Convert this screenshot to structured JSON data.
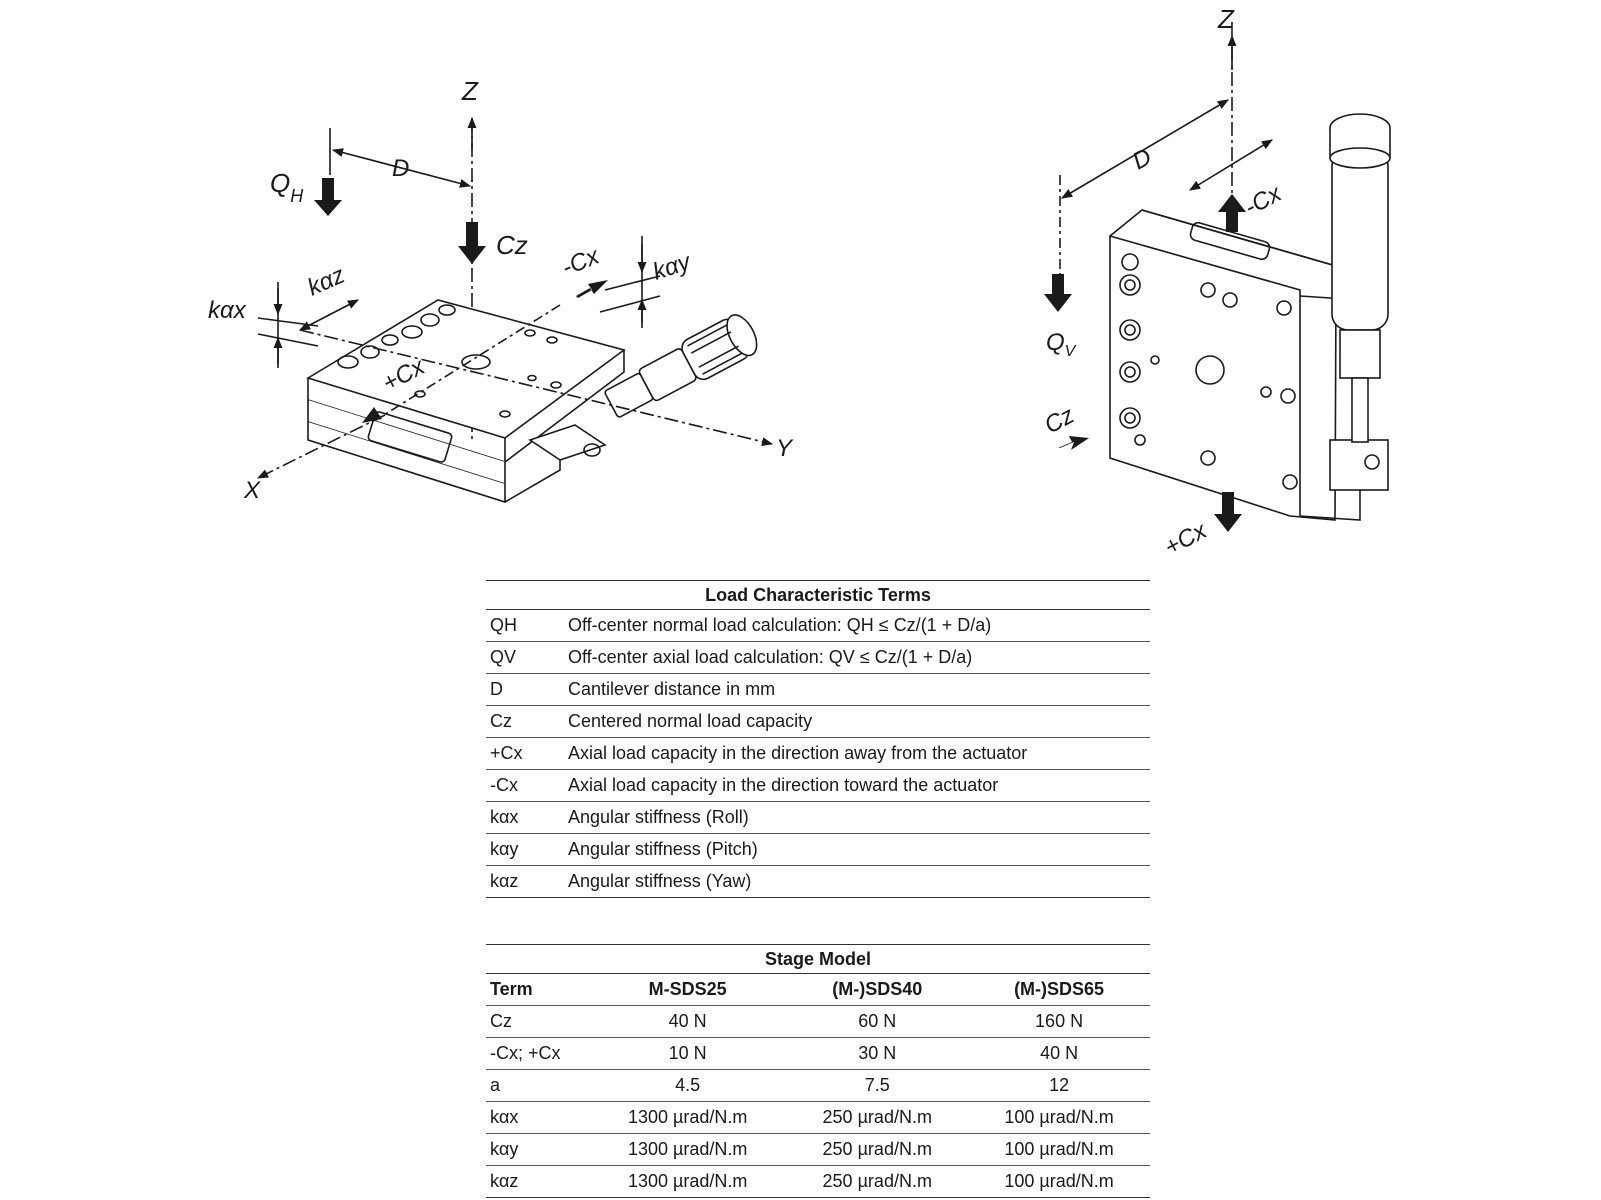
{
  "left_diagram": {
    "labels": {
      "z": "Z",
      "d": "D",
      "qh_main": "Q",
      "qh_sub": "H",
      "cz": "Cz",
      "minus_cx": "-Cx",
      "kay": "kαy",
      "kaz": "kαz",
      "kax": "kαx",
      "plus_cx": "+Cx",
      "x": "X",
      "y": "Y"
    }
  },
  "right_diagram": {
    "labels": {
      "z": "Z",
      "d": "D",
      "minus_cx": "-Cx",
      "qv_main": "Q",
      "qv_sub": "V",
      "cz": "Cz",
      "plus_cx": "+Cx"
    }
  },
  "load_terms": {
    "title": "Load Characteristic Terms",
    "rows": [
      {
        "term": "QH",
        "description": "Off-center normal load calculation: QH ≤ Cz/(1 + D/a)"
      },
      {
        "term": "QV",
        "description": "Off-center axial load calculation: QV ≤ Cz/(1 + D/a)"
      },
      {
        "term": "D",
        "description": "Cantilever distance in mm"
      },
      {
        "term": "Cz",
        "description": "Centered normal load capacity"
      },
      {
        "term": "+Cx",
        "description": "Axial load capacity in the direction away from the actuator"
      },
      {
        "term": "-Cx",
        "description": "Axial load capacity in the direction toward the actuator"
      },
      {
        "term": "kαx",
        "description": "Angular stiffness (Roll)"
      },
      {
        "term": "kαy",
        "description": "Angular stiffness (Pitch)"
      },
      {
        "term": "kαz",
        "description": "Angular stiffness (Yaw)"
      }
    ]
  },
  "stage_model": {
    "title": "Stage Model",
    "headers": [
      "Term",
      "M-SDS25",
      "(M-)SDS40",
      "(M-)SDS65"
    ],
    "rows": [
      [
        "Cz",
        "40 N",
        "60 N",
        "160 N"
      ],
      [
        "-Cx; +Cx",
        "10 N",
        "30 N",
        "40 N"
      ],
      [
        "a",
        "4.5",
        "7.5",
        "12"
      ],
      [
        "kαx",
        "1300 µrad/N.m",
        "250 µrad/N.m",
        "100 µrad/N.m"
      ],
      [
        "kαy",
        "1300 µrad/N.m",
        "250 µrad/N.m",
        "100 µrad/N.m"
      ],
      [
        "kαz",
        "1300 µrad/N.m",
        "250 µrad/N.m",
        "100 µrad/N.m"
      ]
    ]
  }
}
